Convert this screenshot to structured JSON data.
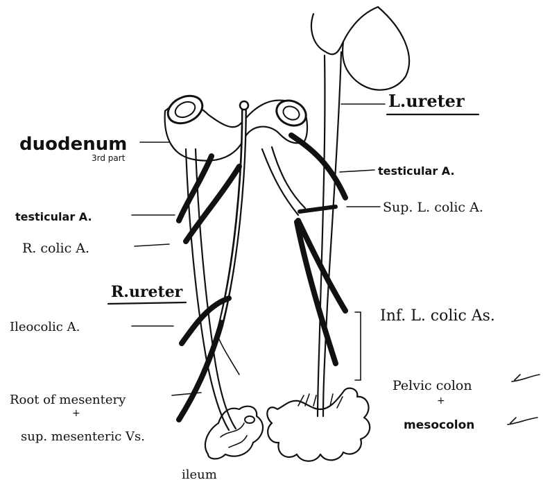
{
  "labels": {
    "duodenum": "duodenum",
    "duodenum_part": "3rd part",
    "testicular_left_side": "testicular A.",
    "r_colic": "R. colic A.",
    "r_ureter": "R.ureter",
    "ileocolic": "Ileocolic A.",
    "root_of_mesentery": "Root of mesentery",
    "plus_1": "+",
    "sup_mesenteric": "sup. mesenteric Vs.",
    "ileum": "ileum",
    "l_ureter": "L.ureter",
    "testicular_right_side": "testicular A.",
    "sup_l_colic": "Sup. L. colic A.",
    "inf_l_colic": "Inf. L. colic As.",
    "pelvic_colon": "Pelvic colon",
    "plus_2": "+",
    "mesocolon": "mesocolon"
  }
}
